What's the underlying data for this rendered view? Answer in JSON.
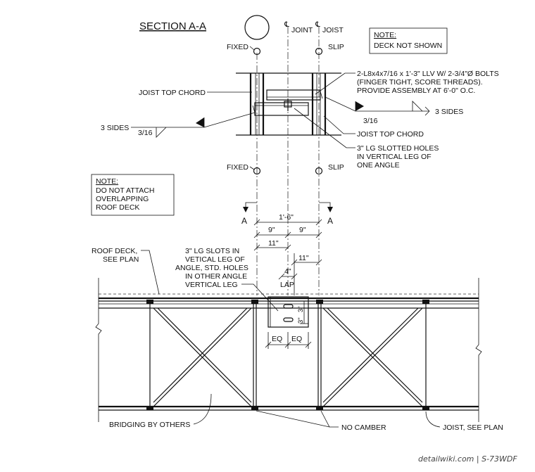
{
  "title": "SECTION A-A",
  "labels": {
    "joint": "JOINT",
    "joist": "JOIST",
    "cl_symbol": "℄",
    "fixed": "FIXED",
    "slip": "SLIP",
    "joist_top_chord": "JOIST TOP CHORD",
    "three_sides": "3 SIDES",
    "weld_size": "3/16",
    "section_mark": "A",
    "roof_deck": [
      "ROOF DECK,",
      "SEE PLAN"
    ],
    "bridging": "BRIDGING BY OTHERS",
    "no_camber": "NO CAMBER",
    "joist_see_plan": "JOIST, SEE PLAN",
    "lap": "LAP"
  },
  "notes": {
    "deck": {
      "heading": "NOTE:",
      "lines": [
        "DECK NOT SHOWN"
      ]
    },
    "attach": {
      "heading": "NOTE:",
      "lines": [
        "DO NOT ATTACH",
        "OVERLAPPING",
        "ROOF DECK"
      ]
    }
  },
  "callouts": {
    "angles": [
      "2-L8x4x7/16 x 1'-3\" LLV W/ 2-3/4\"Ø BOLTS",
      "(FINGER TIGHT, SCORE THREADS).",
      "PROVIDE ASSEMBLY AT 6'-0\" O.C."
    ],
    "slotted": [
      "3\" LG SLOTTED HOLES",
      "IN VERTICAL LEG OF",
      "ONE ANGLE"
    ],
    "slots": [
      "3\" LG SLOTS IN",
      "VETICAL LEG OF",
      "ANGLE, STD. HOLES",
      "IN OTHER ANGLE",
      "VERTICAL LEG"
    ]
  },
  "dimensions": {
    "overall": "1'-6\"",
    "half_left": "9\"",
    "half_right": "9\"",
    "left_11": "11\"",
    "right_11": "11\"",
    "lap_4": "4\"",
    "hole_3_top": "3\"",
    "hole_3_bottom": "3\"",
    "eq_left": "EQ",
    "eq_right": "EQ"
  },
  "watermark": "detailwiki.com | S-73WDF"
}
